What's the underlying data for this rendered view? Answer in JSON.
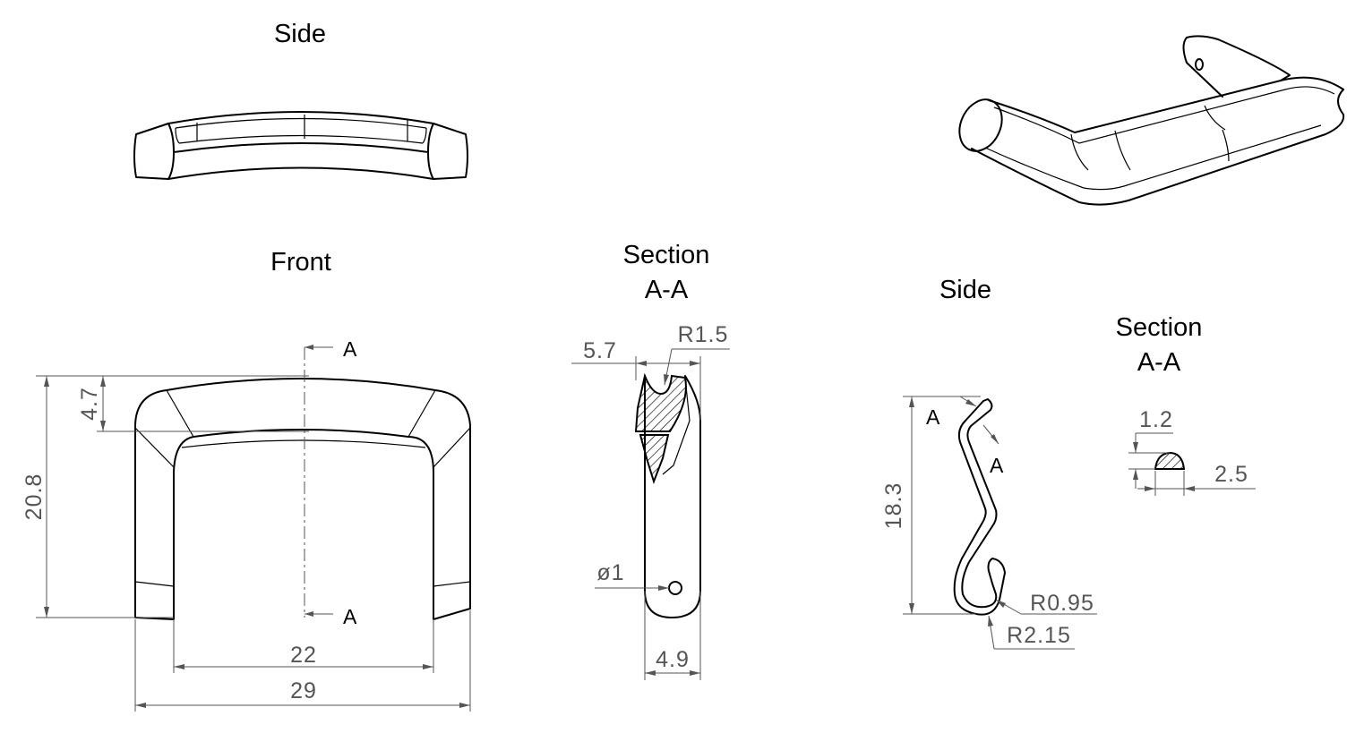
{
  "views": {
    "front_side_title": "Side",
    "front_title": "Front",
    "section_title_1": "Section",
    "section_title_2": "A-A",
    "clip_side_title": "Side",
    "clip_section_title_1": "Section",
    "clip_section_title_2": "A-A"
  },
  "section_marks": {
    "top": "A",
    "bottom": "A",
    "clip_upper": "A",
    "clip_lower": "A"
  },
  "dimensions": {
    "front_height": "20.8",
    "front_top_thickness": "4.7",
    "front_inner_width": "22",
    "front_outer_width": "29",
    "section_width_top": "5.7",
    "section_radius": "R1.5",
    "section_hole": "ø1",
    "section_width_bottom": "4.9",
    "clip_height": "18.3",
    "clip_inner_radius": "R0.95",
    "clip_outer_radius": "R2.15",
    "clip_section_height": "1.2",
    "clip_section_width": "2.5"
  },
  "colors": {
    "line": "#000000",
    "dimension": "#555555",
    "background": "#ffffff"
  }
}
